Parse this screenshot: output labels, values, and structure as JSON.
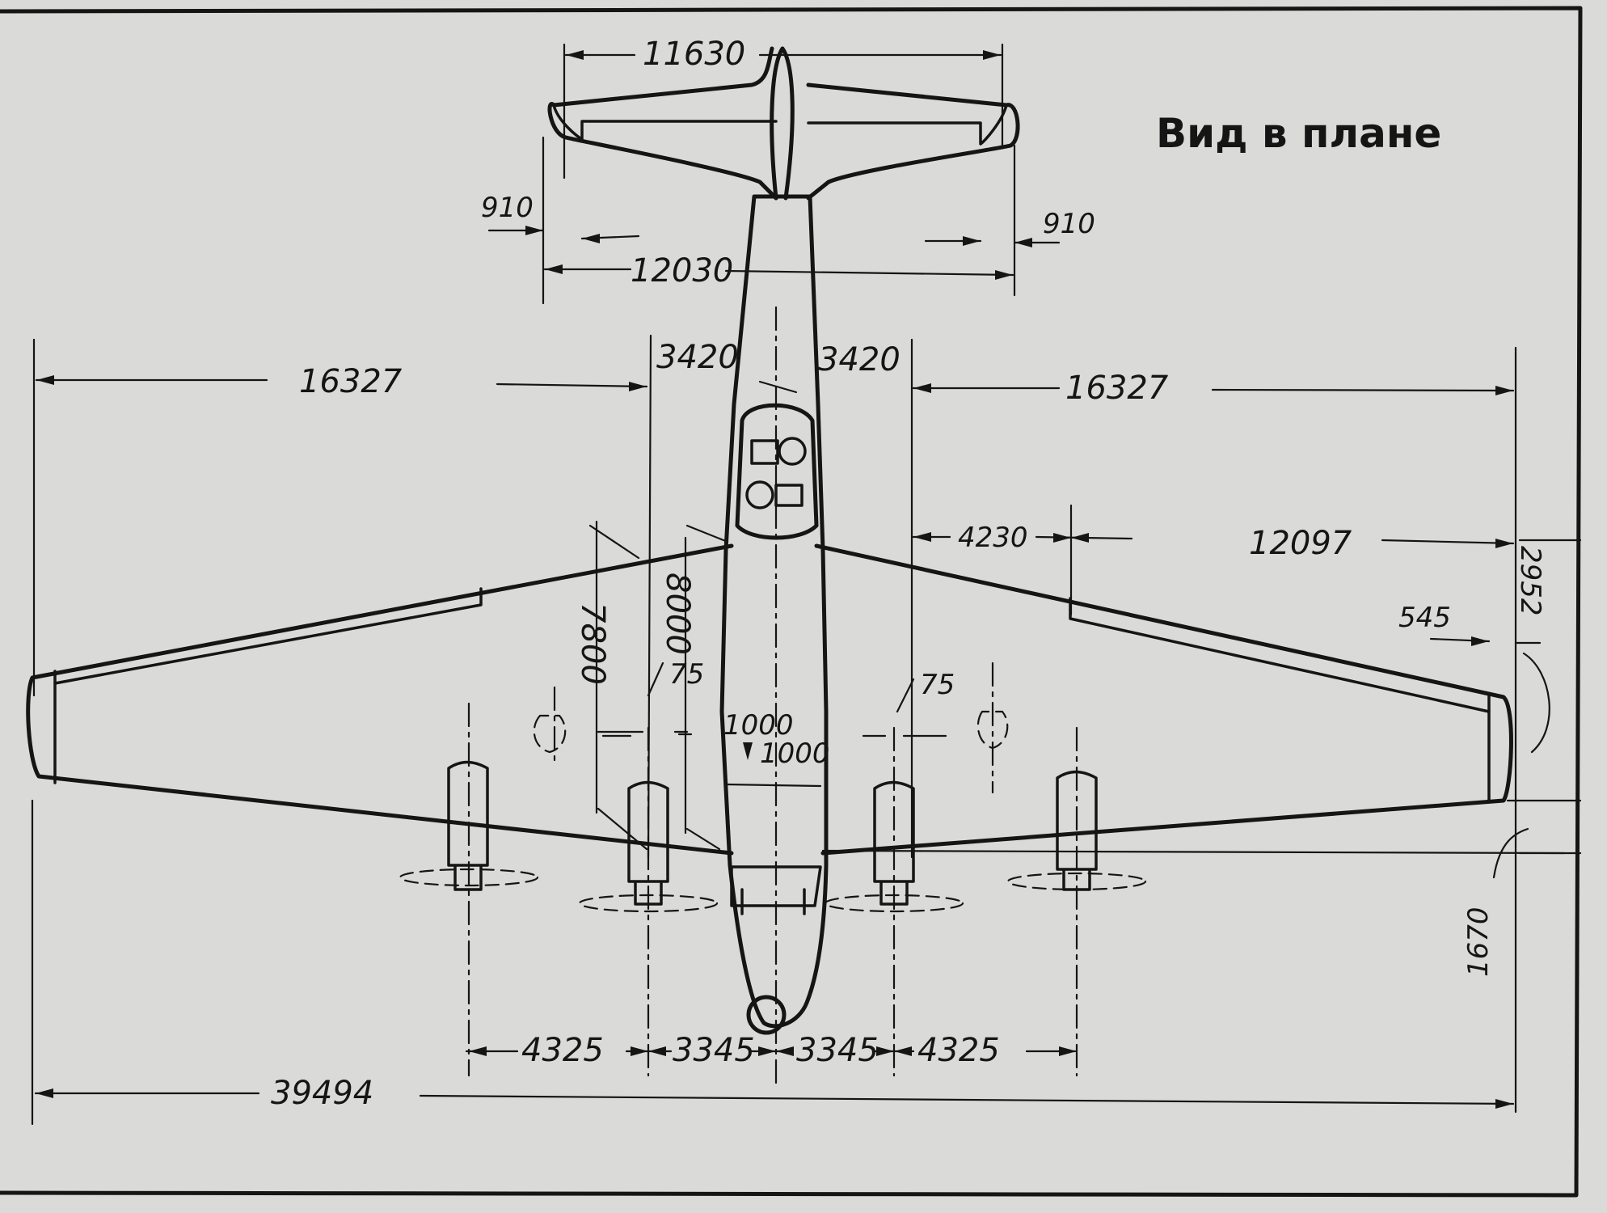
{
  "title": "Вид в плане",
  "dimensions": {
    "tail_span": "11630",
    "stab_span": "12030",
    "stab_tip_left": "910",
    "stab_tip_right": "910",
    "half_span_left": "16327",
    "half_span_right": "16327",
    "center_left": "3420",
    "center_right": "3420",
    "nacelle_offset": "4230",
    "outer_panel": "12097",
    "tip_chord": "545",
    "tip_right_a": "2952",
    "tip_right_b": "1670",
    "root_line_a": "7800",
    "root_line_b": "8000",
    "nacelle_left": "75",
    "nacelle_right": "75",
    "fuselage_a": "1000",
    "fuselage_b": "1000",
    "engine_1": "4325",
    "engine_2": "3345",
    "engine_3": "3345",
    "engine_4": "4325",
    "total_span": "39494"
  }
}
